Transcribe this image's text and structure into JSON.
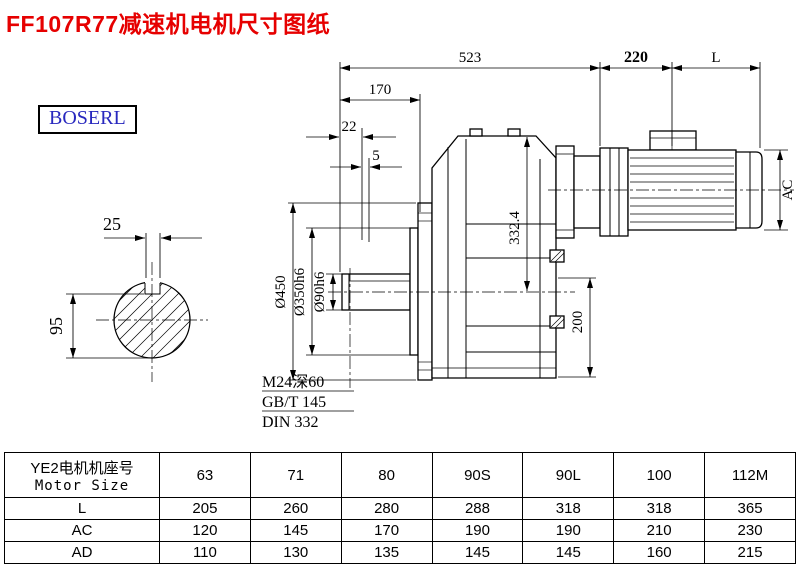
{
  "title": "FF107R77减速机电机尺寸图纸",
  "brand": "BOSERL",
  "drawing": {
    "dims": {
      "total_length": "523",
      "adapter_length": "220",
      "motor_length": "L",
      "flange_offset": "170",
      "step_22": "22",
      "step_5": "5",
      "key_width": "25",
      "key_height": "95",
      "flange_od": "Ø450",
      "spigot_dia": "Ø350h6",
      "shaft_dia": "Ø90h6",
      "axis_height": "332.4",
      "base_height": "200",
      "motor_od": "AC"
    },
    "notes": [
      "M24深60",
      "GB/T 145",
      "DIN 332"
    ]
  },
  "table": {
    "header_cn": "YE2电机机座号",
    "header_en": "Motor Size",
    "sizes": [
      "63",
      "71",
      "80",
      "90S",
      "90L",
      "100",
      "112M"
    ],
    "rows": [
      {
        "label": "L",
        "values": [
          "205",
          "260",
          "280",
          "288",
          "318",
          "318",
          "365"
        ]
      },
      {
        "label": "AC",
        "values": [
          "120",
          "145",
          "170",
          "190",
          "190",
          "210",
          "230"
        ]
      },
      {
        "label": "AD",
        "values": [
          "110",
          "130",
          "135",
          "145",
          "145",
          "160",
          "215"
        ]
      }
    ]
  }
}
